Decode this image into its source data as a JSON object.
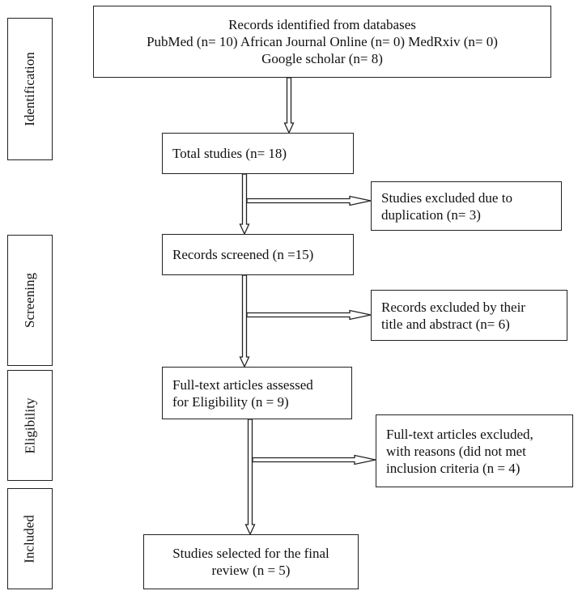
{
  "stages": {
    "identification": "Identification",
    "screening": "Screening",
    "eligibility": "Eligibility",
    "included": "Included"
  },
  "boxes": {
    "databases": {
      "lines": [
        "Records identified from databases",
        "PubMed (n= 10) African Journal Online (n= 0) MedRxiv (n= 0)",
        "Google scholar (n= 8)"
      ]
    },
    "total_studies": {
      "text": "Total studies (n= 18)"
    },
    "excluded_duplicates": {
      "lines": [
        "Studies excluded due to",
        "duplication (n= 3)"
      ]
    },
    "records_screened": {
      "text": "Records screened (n =15)"
    },
    "excluded_title_abstract": {
      "lines": [
        "Records excluded by their",
        "title and abstract (n= 6)"
      ]
    },
    "fulltext_assessed": {
      "lines": [
        "Full-text articles assessed",
        "for Eligibility (n = 9)"
      ]
    },
    "fulltext_excluded": {
      "lines": [
        "Full-text articles excluded,",
        "with reasons (did not met",
        "inclusion criteria (n = 4)"
      ]
    },
    "final_selected": {
      "lines": [
        "Studies selected for the final",
        "review (n = 5)"
      ]
    }
  },
  "colors": {
    "stroke": "#222222",
    "arrow_fill": "#ffffff"
  }
}
